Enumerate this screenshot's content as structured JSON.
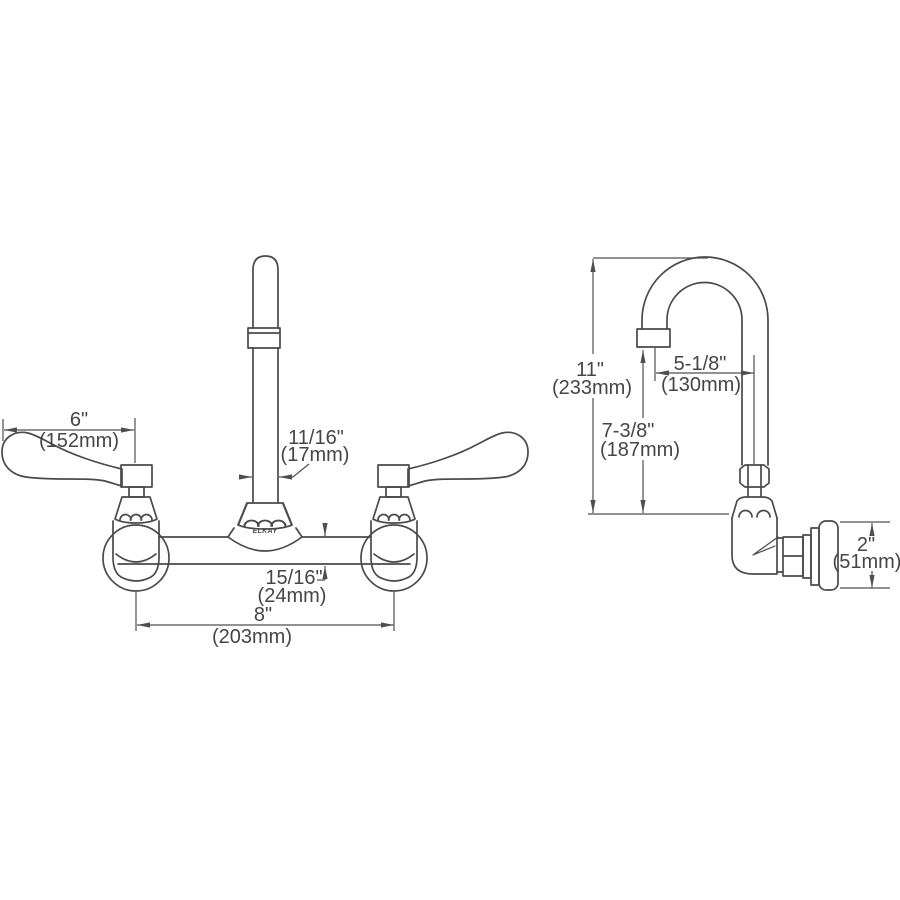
{
  "drawing": {
    "background": "#ffffff",
    "line_color": "#4a4a4a",
    "brand": "ELKAY",
    "front_view": {
      "handle_length": {
        "inches": "6\"",
        "mm": "(152mm)"
      },
      "spout_diameter": {
        "inches": "11/16\"",
        "mm": "(17mm)"
      },
      "body_thickness": {
        "inches": "15/16\"",
        "mm": "(24mm)"
      },
      "handle_centers": {
        "inches": "8\"",
        "mm": "(203mm)"
      }
    },
    "side_view": {
      "overall_height": {
        "inches": "11\"",
        "mm": "(233mm)"
      },
      "spout_reach": {
        "inches": "5-1/8\"",
        "mm": "(130mm)"
      },
      "outlet_height": {
        "inches": "7-3/8\"",
        "mm": "(187mm)"
      },
      "flange_diameter": {
        "inches": "2\"",
        "mm": "(51mm)"
      }
    }
  }
}
